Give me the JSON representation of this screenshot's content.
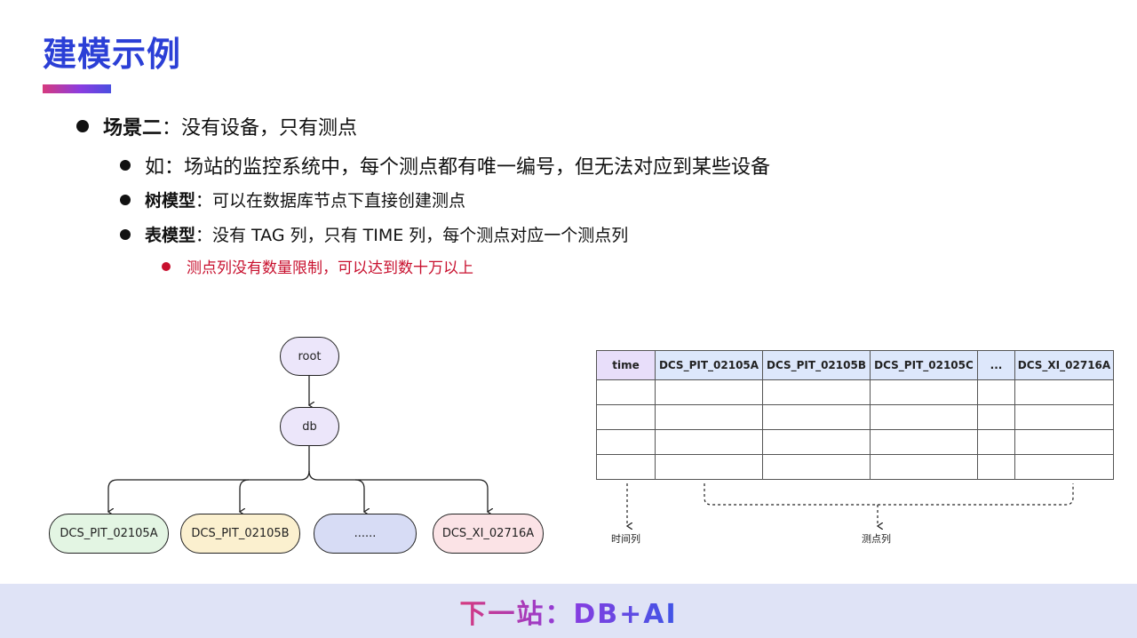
{
  "title": "建模示例",
  "bullets": {
    "l1_bold": "场景二",
    "l1_rest": "：没有设备，只有测点",
    "l2a": "如：场站的监控系统中，每个测点都有唯一编号，但无法对应到某些设备",
    "l2b_bold": "树模型",
    "l2b_rest": "：可以在数据库节点下直接创建测点",
    "l2c_bold": "表模型",
    "l2c_rest": "：没有 TAG 列，只有 TIME 列，每个测点对应一个测点列",
    "l3": "测点列没有数量限制，可以达到数十万以上"
  },
  "tree": {
    "root": "root",
    "db": "db",
    "leaves": [
      "DCS_PIT_02105A",
      "DCS_PIT_02105B",
      "......",
      "DCS_XI_02716A"
    ],
    "leaf_colors": [
      "#e3f5e3",
      "#fbf0cf",
      "#d7dcf5",
      "#fbe3e6"
    ],
    "node_color": "#ece6fa"
  },
  "table": {
    "headers": [
      "time",
      "DCS_PIT_02105A",
      "DCS_PIT_02105B",
      "DCS_PIT_02105C",
      "...",
      "DCS_XI_02716A"
    ],
    "time_label": "时间列",
    "points_label": "测点列"
  },
  "footer": "下一站：DB+AI"
}
